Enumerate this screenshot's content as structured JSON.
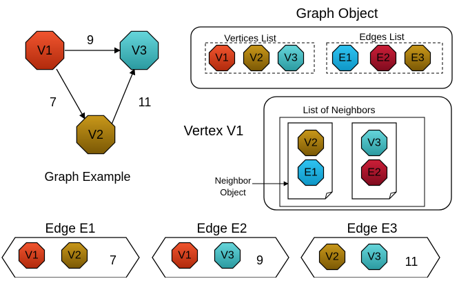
{
  "colors": {
    "red": "#e03a17",
    "gold": "#b7860e",
    "teal": "#4fc6cc",
    "blue": "#1ab3e6",
    "crimson": "#b0132c",
    "outline": "#000000"
  },
  "graph_example": {
    "caption": "Graph Example",
    "nodes": [
      {
        "id": "v1",
        "label": "V1",
        "color": "red"
      },
      {
        "id": "v2",
        "label": "V2",
        "color": "gold"
      },
      {
        "id": "v3",
        "label": "V3",
        "color": "teal"
      }
    ],
    "edges": [
      {
        "from": "v1",
        "to": "v3",
        "weight": "9"
      },
      {
        "from": "v1",
        "to": "v2",
        "weight": "7"
      },
      {
        "from": "v2",
        "to": "v3",
        "weight": "11"
      }
    ]
  },
  "graph_object": {
    "title": "Graph Object",
    "vertices_list": {
      "label": "Vertices List",
      "items": [
        {
          "label": "V1",
          "color": "red"
        },
        {
          "label": "V2",
          "color": "gold"
        },
        {
          "label": "V3",
          "color": "teal"
        }
      ]
    },
    "edges_list": {
      "label": "Edges List",
      "items": [
        {
          "label": "E1",
          "color": "blue"
        },
        {
          "label": "E2",
          "color": "crimson"
        },
        {
          "label": "E3",
          "color": "gold"
        }
      ]
    }
  },
  "vertex_v1": {
    "title": "Vertex V1",
    "neighbors_label": "List of Neighbors",
    "neighbor_object_label": [
      "Neighbor",
      "Object"
    ],
    "neighbors": [
      {
        "vertex": {
          "label": "V2",
          "color": "gold"
        },
        "edge": {
          "label": "E1",
          "color": "blue"
        }
      },
      {
        "vertex": {
          "label": "V3",
          "color": "teal"
        },
        "edge": {
          "label": "E2",
          "color": "crimson"
        }
      }
    ]
  },
  "edges": [
    {
      "title": "Edge E1",
      "a": {
        "label": "V1",
        "color": "red"
      },
      "b": {
        "label": "V2",
        "color": "gold"
      },
      "weight": "7"
    },
    {
      "title": "Edge E2",
      "a": {
        "label": "V1",
        "color": "red"
      },
      "b": {
        "label": "V3",
        "color": "teal"
      },
      "weight": "9"
    },
    {
      "title": "Edge E3",
      "a": {
        "label": "V2",
        "color": "gold"
      },
      "b": {
        "label": "V3",
        "color": "teal"
      },
      "weight": "11"
    }
  ]
}
